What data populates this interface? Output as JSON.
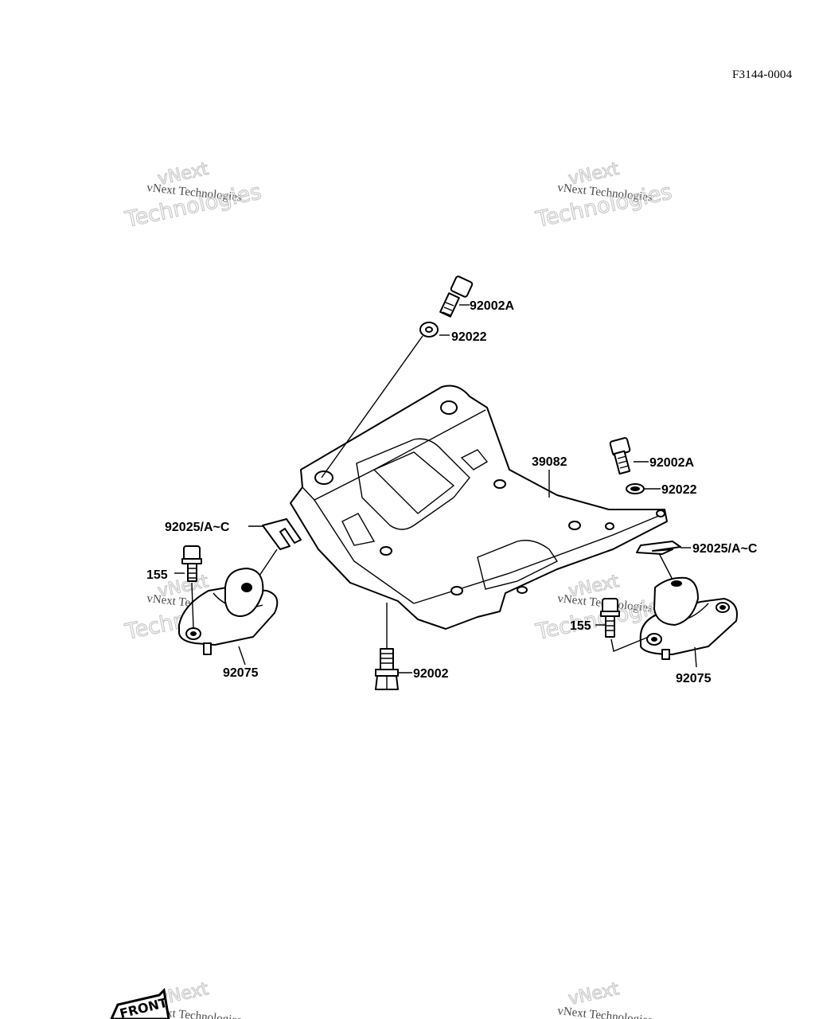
{
  "figure_id": "F3144-0004",
  "watermark": {
    "line1": "vNext",
    "line2": "vNext Technologies",
    "line3": "Technologies"
  },
  "front_marker": "FRONT",
  "parts": {
    "bolt_top": "92002A",
    "washer_top": "92022",
    "bracket": "39082",
    "bolt_right": "92002A",
    "washer_right": "92022",
    "shim_left": "92025/A~C",
    "shim_right": "92025/A~C",
    "bolt_left_small": "155",
    "bolt_right_small": "155",
    "mount_left": "92075",
    "mount_right": "92075",
    "bolt_bottom": "92002"
  }
}
